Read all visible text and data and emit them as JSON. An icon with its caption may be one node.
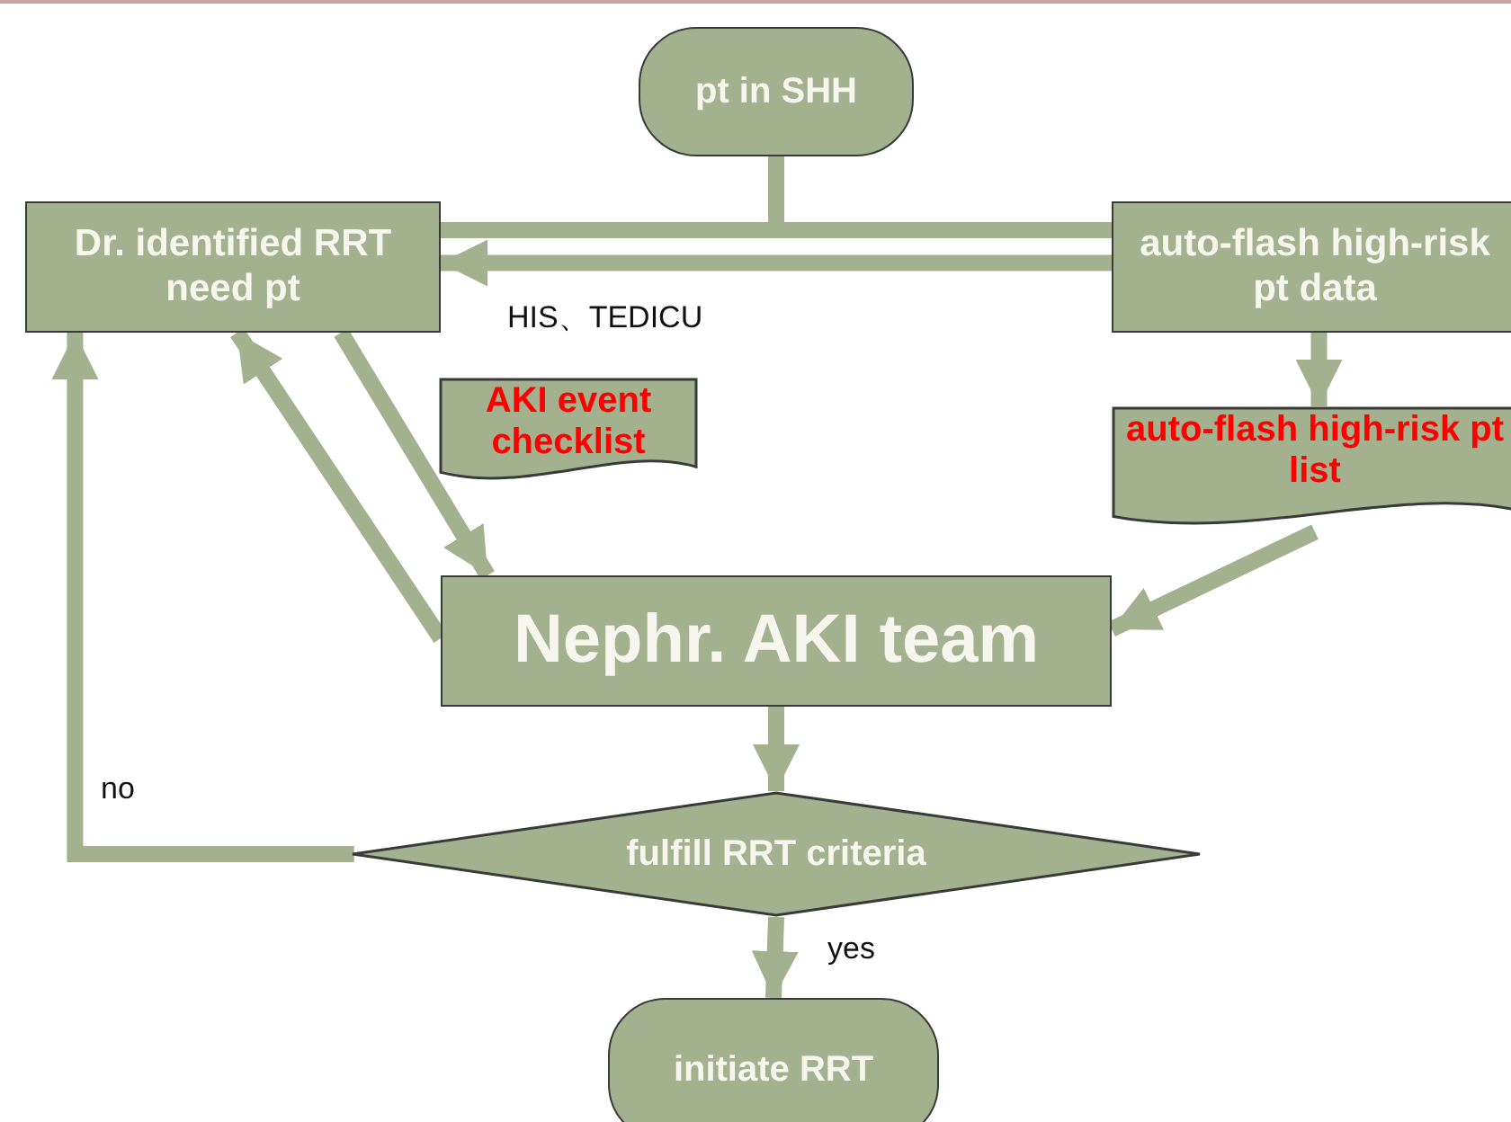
{
  "diagram": {
    "nodes": [
      {
        "text": [
          "pt in SHH"
        ]
      },
      {
        "text": [
          "Dr. identified RRT need pt"
        ]
      },
      {
        "text": [
          "auto-flash high-risk pt data"
        ]
      },
      {
        "text": [
          "AKI event checklist"
        ]
      },
      {
        "text": [
          "auto-flash high-risk pt list"
        ]
      },
      {
        "text": [
          "Nephr. AKI team"
        ]
      },
      {
        "text": [
          "fulfill RRT criteria"
        ]
      },
      {
        "text": [
          "initiate RRT"
        ]
      }
    ],
    "edges": [
      {
        "from": 0,
        "to": 1,
        "arrow": "none"
      },
      {
        "from": 0,
        "to": 2,
        "arrow": "none"
      },
      {
        "from": 2,
        "to": 1,
        "arrow": "to",
        "label": "HIS、TEDICU"
      },
      {
        "from": 1,
        "to": 5,
        "arrow": "to"
      },
      {
        "from": 5,
        "to": 1,
        "arrow": "to"
      },
      {
        "from": 2,
        "to": 4,
        "arrow": "to"
      },
      {
        "from": 4,
        "to": 5,
        "arrow": "to"
      },
      {
        "from": 5,
        "to": 6,
        "arrow": "to"
      },
      {
        "from": 6,
        "to": 7,
        "arrow": "to",
        "label": "yes"
      },
      {
        "from": 6,
        "to": 1,
        "arrow": "to",
        "label": "no"
      }
    ]
  }
}
